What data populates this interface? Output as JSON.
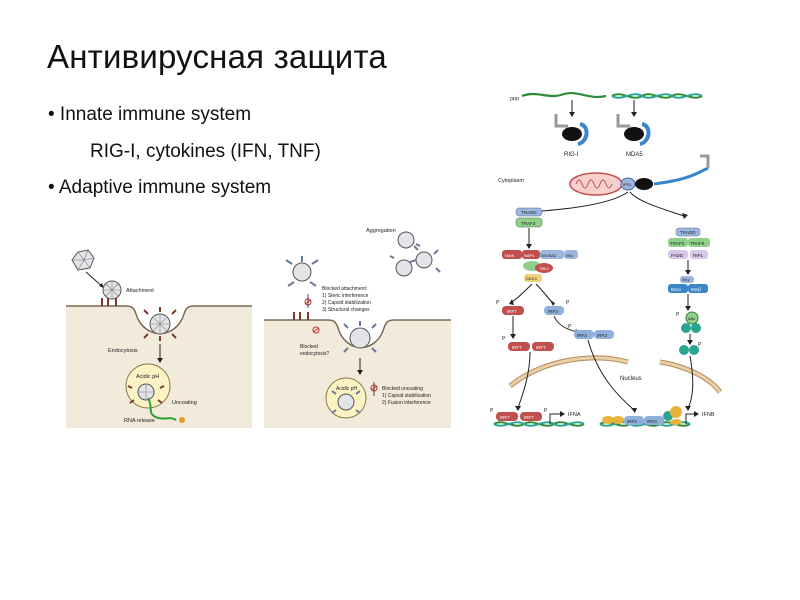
{
  "slide": {
    "title": "Антивирусная защита",
    "bullets": [
      {
        "text": "• Innate immune system"
      },
      {
        "text": "RIG-I, cytokines (IFN, TNF)"
      },
      {
        "text": "• Adaptive immune system"
      }
    ]
  },
  "figure_left": {
    "labels": {
      "attachment": "Attachment",
      "endocytosis": "Endocytosis",
      "acidic_ph": "Acidic pH",
      "uncoating": "Uncoating",
      "rna_release": "RNA release"
    }
  },
  "figure_middle": {
    "labels": {
      "aggregation": "Aggregation",
      "blocked_attachment": "Blocked attachment:",
      "steric": "1) Steric interference",
      "capsid": "2) Capsid stabilization",
      "structural": "3) Structural changes",
      "blocked_endocytosis_1": "Blocked",
      "blocked_endocytosis_2": "endocytosis?",
      "acidic_ph": "Acidic pH",
      "blocked_uncoating": "Blocked uncoating",
      "capsid2": "1) Capsid stabilization",
      "fusion": "2) Fusion interference"
    }
  },
  "figure_right": {
    "labels": {
      "ppp": "ppp",
      "rig": "RIG-I",
      "mda5": "MDA5",
      "cytoplasm": "Cytoplasm",
      "ips1": "IPS1",
      "tradd": "TRADD",
      "traf3": "TRAF3",
      "tank": "TANK",
      "nap1": "NAP1",
      "sintbad": "SINTBAD",
      "ikke": "IKKε",
      "tbk1": "TBK1",
      "ddx3": "DDX3",
      "tradd2": "TRADD",
      "traf2": "TRAF2",
      "traf6": "TRAF6",
      "fadd": "FADD",
      "rip1": "RIP1",
      "ikkg": "IKKγ",
      "ikka": "IKKα",
      "ikkb": "IKKβ",
      "ikba": "IκBα",
      "irf7": "IRF7",
      "irf3": "IRF3",
      "nucleus": "Nucleus",
      "ifna": "IFNA",
      "ifnb": "IFNB",
      "p": "P"
    },
    "colors": {
      "rna_green": "#2e8b3a",
      "rna_teal": "#2aa58f",
      "helicase_blue": "#3a86c8",
      "mito": "#c0504d",
      "irf7": "#c0504d",
      "irf3": "#8fb0da",
      "nucleus_membrane": "#b58a5a"
    }
  }
}
